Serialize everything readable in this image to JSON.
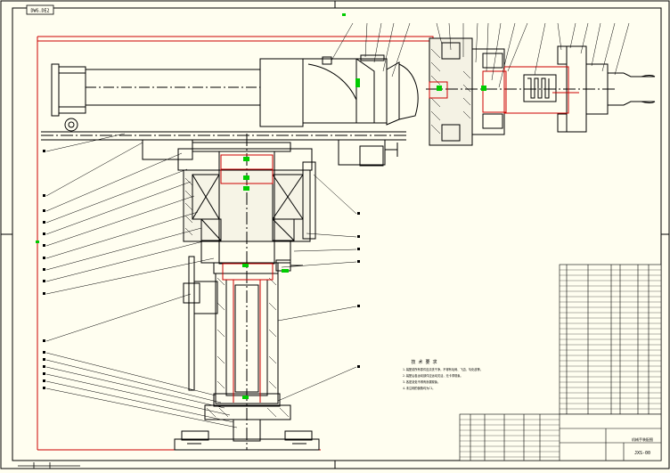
{
  "sheet": {
    "drawing_code_box": "DWG.DE2",
    "technical_requirements_title": "技 术 要 求",
    "technical_requirements_lines": [
      "1.装配前所有零件应清洗干净，不得有毛刺、飞边、氧化皮等。",
      "2.装配后各运动部件应运动灵活，无卡滞现象。",
      "3.各密封处不得有渗漏现象。",
      "4.未注明的倒角均为C1。"
    ],
    "title_block_name": "机械手装配图",
    "title_block_code": "JXS-00"
  },
  "colors": {
    "paper": "#fffef0",
    "line": "#000000",
    "frame": "#cc0000",
    "marker": "#00cc00"
  }
}
